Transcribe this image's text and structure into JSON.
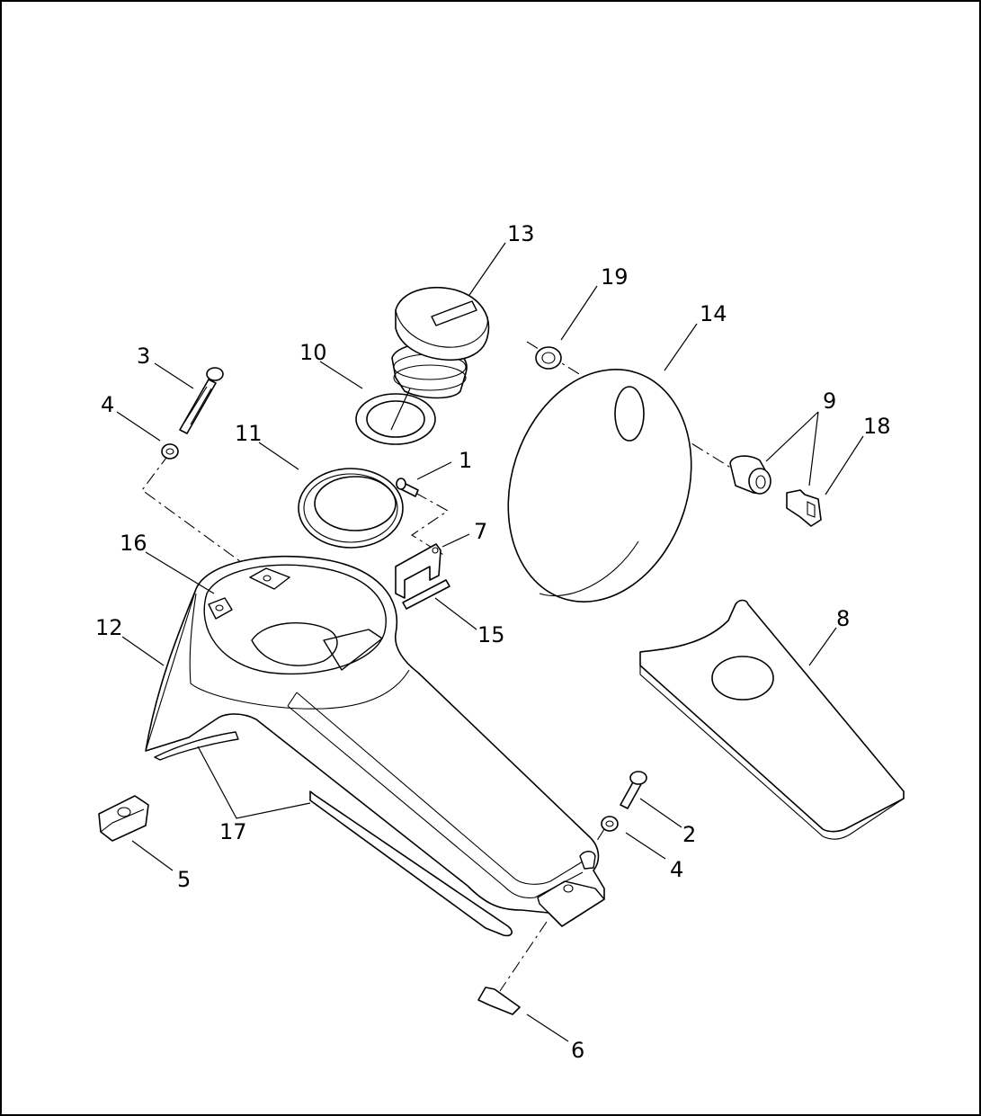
{
  "callouts": {
    "c1": "1",
    "c2": "2",
    "c3": "3",
    "c4a": "4",
    "c4b": "4",
    "c5": "5",
    "c6": "6",
    "c7": "7",
    "c8": "8",
    "c9": "9",
    "c10": "10",
    "c11": "11",
    "c12": "12",
    "c13": "13",
    "c14": "14",
    "c15": "15",
    "c16": "16",
    "c17": "17",
    "c18": "18",
    "c19": "19"
  },
  "colors": {
    "line": "#000000",
    "background": "#ffffff"
  }
}
